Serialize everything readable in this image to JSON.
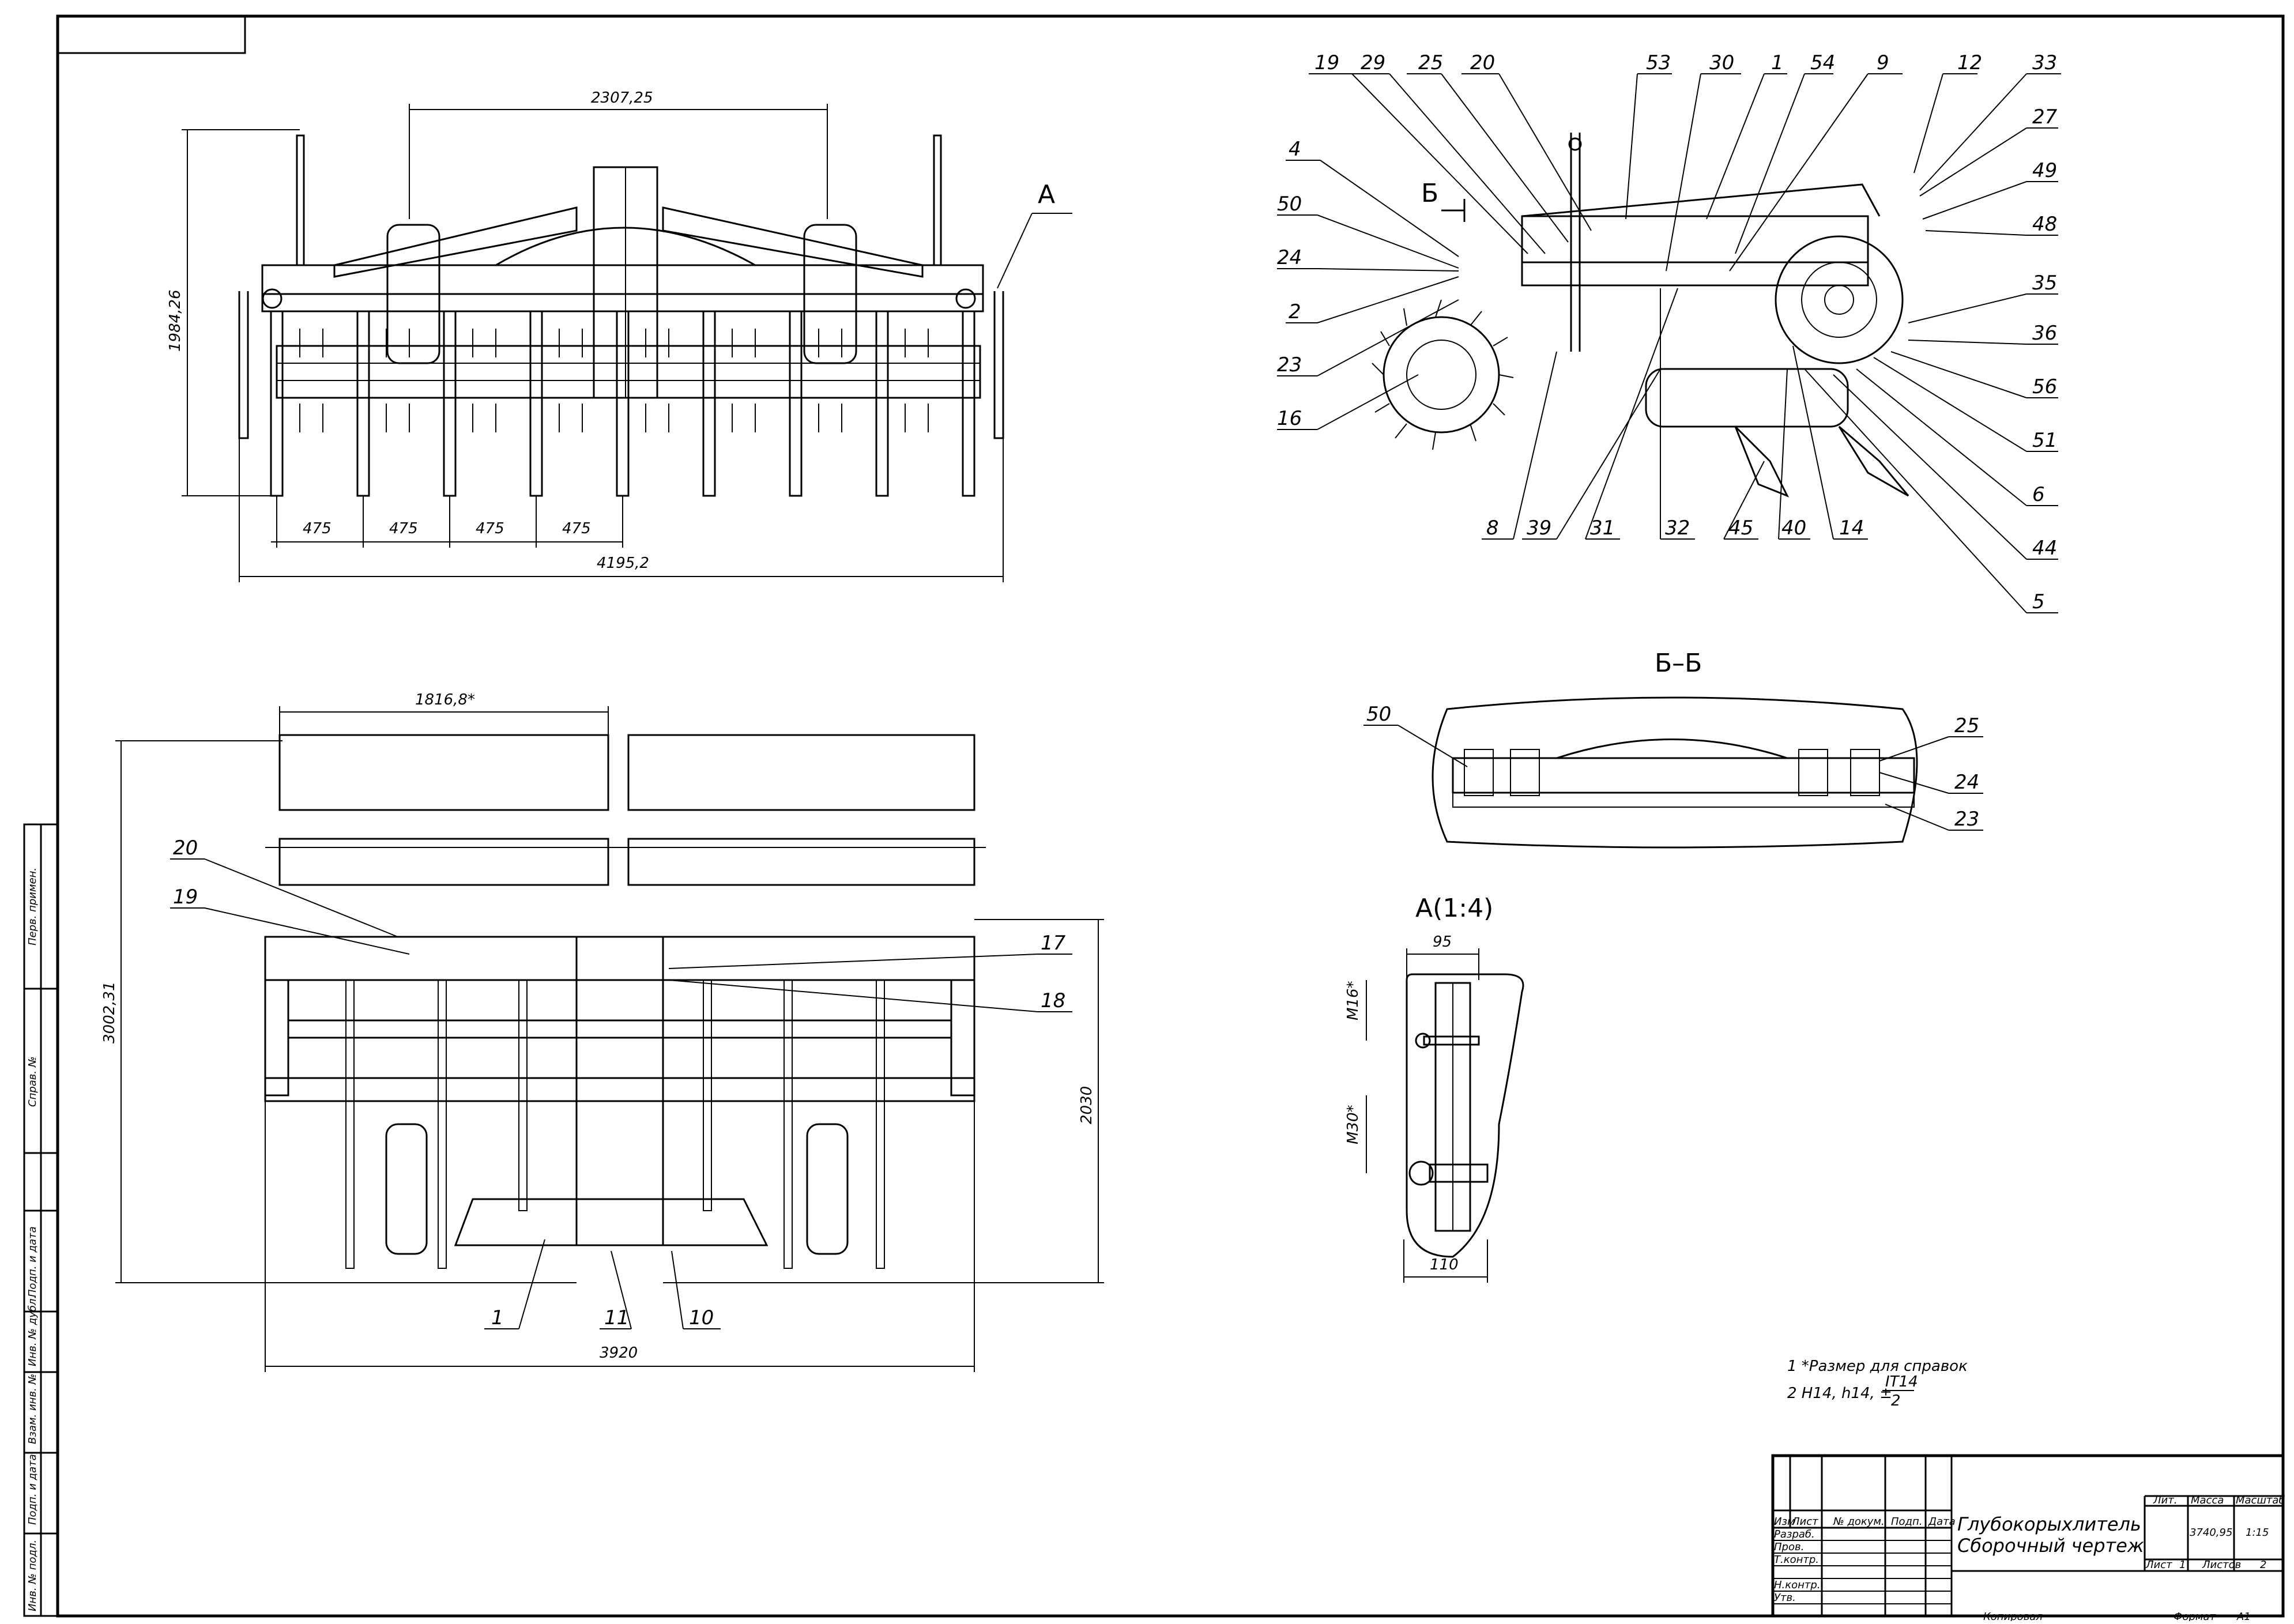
{
  "top_view": {
    "dimensions": {
      "top_width": "2307,25",
      "height": "1984,26",
      "spacing": [
        "475",
        "475",
        "475",
        "475"
      ],
      "total_width": "4195,2"
    },
    "view_marker": "А"
  },
  "plan_view": {
    "dimensions": {
      "roller_width": "1816,8*",
      "height_left": "3002,31",
      "height_right": "2030",
      "total_width": "3920"
    },
    "callouts": [
      "20",
      "19",
      "17",
      "18",
      "1",
      "11",
      "10"
    ]
  },
  "side_view": {
    "callouts_top": [
      "19",
      "29",
      "25",
      "20",
      "53",
      "30",
      "1",
      "54",
      "9",
      "12",
      "33"
    ],
    "callouts_left": [
      "4",
      "50",
      "24",
      "2",
      "23",
      "16"
    ],
    "callouts_right": [
      "27",
      "49",
      "48",
      "35",
      "36",
      "56",
      "51",
      "6",
      "44",
      "5"
    ],
    "callouts_bottom": [
      "8",
      "39",
      "31",
      "32",
      "45",
      "40",
      "14"
    ],
    "section_mark": "Б"
  },
  "section_bb": {
    "title": "Б–Б",
    "callouts": [
      "50",
      "25",
      "24",
      "23"
    ]
  },
  "detail_a": {
    "title": "А(1:4)",
    "dimensions": {
      "top": "95",
      "m16": "M16*",
      "m30": "M30*",
      "bottom": "110"
    }
  },
  "notes": {
    "line1": "1  *Размер для справок",
    "line2_prefix": "2  H14, h14, ±",
    "line2_num": "IT14",
    "line2_den": "2"
  },
  "title_block": {
    "headers": [
      "Изм",
      "Лист",
      "№ докум.",
      "Подп.",
      "Дата"
    ],
    "roles": [
      "Разраб.",
      "Пров.",
      "Т.контр.",
      "",
      "Н.контр.",
      "Утв."
    ],
    "title_line1": "Глубокорыхлитель",
    "title_line2": "Сборочный чертеж",
    "col_lit": "Лит.",
    "col_mass": "Масса",
    "col_scale": "Масштаб",
    "mass": "3740,95",
    "scale": "1:15",
    "sheet_label": "Лист",
    "sheet_num": "1",
    "sheets_label": "Листов",
    "sheets_num": "2",
    "copied": "Копировал",
    "format_label": "Формат",
    "format_value": "А1"
  },
  "side_stamp": [
    "Перв. примен.",
    "Справ. №",
    "Подп. и дата",
    "Инв. № дубл.",
    "Взам. инв. №",
    "Подп. и дата",
    "Инв. № подл."
  ]
}
